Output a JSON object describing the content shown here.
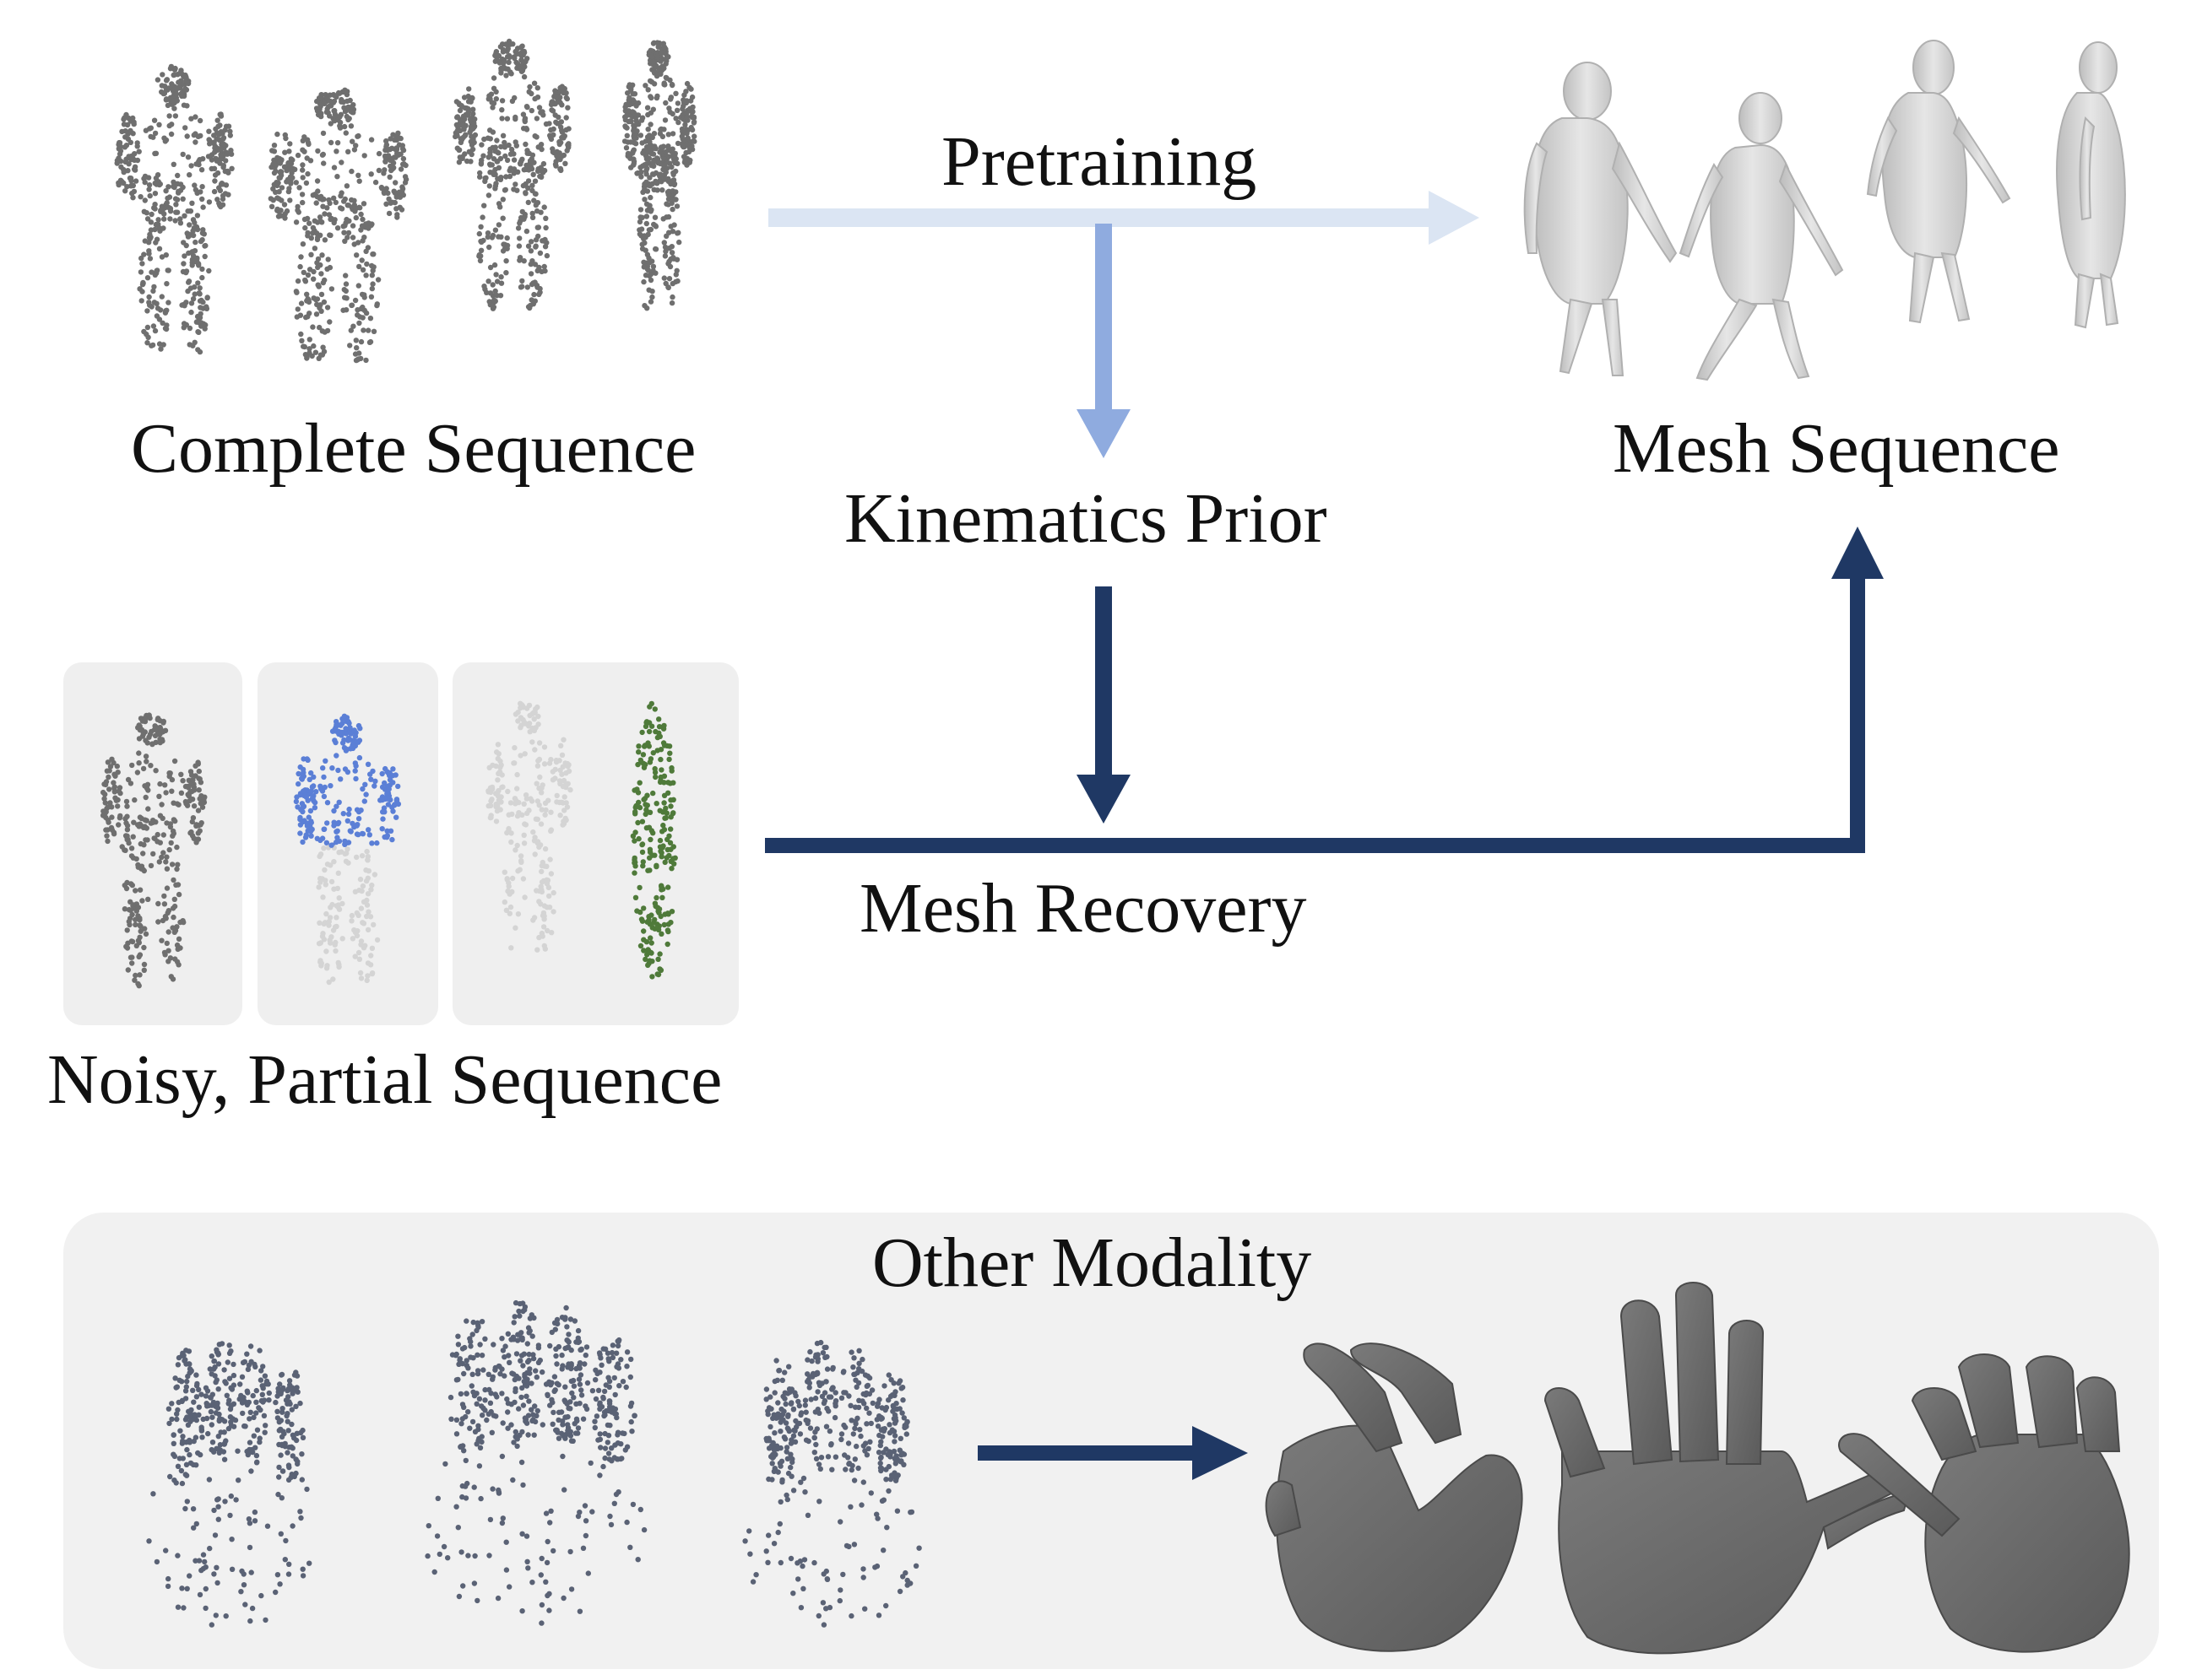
{
  "labels": {
    "complete_sequence": "Complete Sequence",
    "pretraining": "Pretraining",
    "mesh_sequence": "Mesh Sequence",
    "kinematics_prior": "Kinematics Prior",
    "mesh_recovery": "Mesh Recovery",
    "noisy_partial_sequence": "Noisy, Partial Sequence",
    "other_modality": "Other Modality"
  },
  "colors": {
    "light_arrow": "#dbe5f3",
    "mid_arrow": "#8fabdf",
    "dark_arrow": "#1f3864",
    "point_gray": "#6f6f6f",
    "point_light": "#d4d4d4",
    "point_blue": "#5b7fd6",
    "point_green": "#4f7a3a",
    "hand_points": "#5a6275",
    "mesh_body": "#d6d6d6",
    "mesh_hand": "#6e6e6e"
  },
  "icons": [
    "point-cloud-human",
    "mesh-human",
    "point-cloud-hand",
    "mesh-hand"
  ]
}
